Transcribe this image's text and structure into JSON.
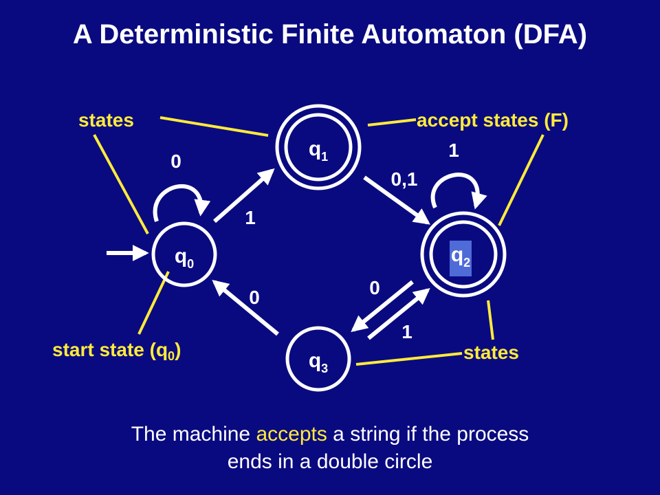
{
  "title": "A Deterministic Finite Automaton (DFA)",
  "colors": {
    "background": "#0a0a80",
    "foreground": "#ffffff",
    "annotation": "#ffeb3b",
    "highlight": "#4f6bd8"
  },
  "states": {
    "q0": {
      "name": "q",
      "sub": "0"
    },
    "q1": {
      "name": "q",
      "sub": "1"
    },
    "q2": {
      "name": "q",
      "sub": "2"
    },
    "q3": {
      "name": "q",
      "sub": "3"
    }
  },
  "transitions": {
    "q0_self": "0",
    "q0_q1": "1",
    "q1_q2": "0,1",
    "q2_self": "1",
    "q2_q3": "0",
    "q3_q2": "1",
    "q3_q0": "0"
  },
  "annotations": {
    "states_left": "states",
    "accept_states": "accept states (F)",
    "start_state_prefix": "start state (q",
    "start_state_sub": "0",
    "start_state_suffix": ")",
    "states_right": "states"
  },
  "caption": {
    "before": "The machine ",
    "highlight": "accepts",
    "after": " a string if the process",
    "line2": "ends in a double circle"
  }
}
